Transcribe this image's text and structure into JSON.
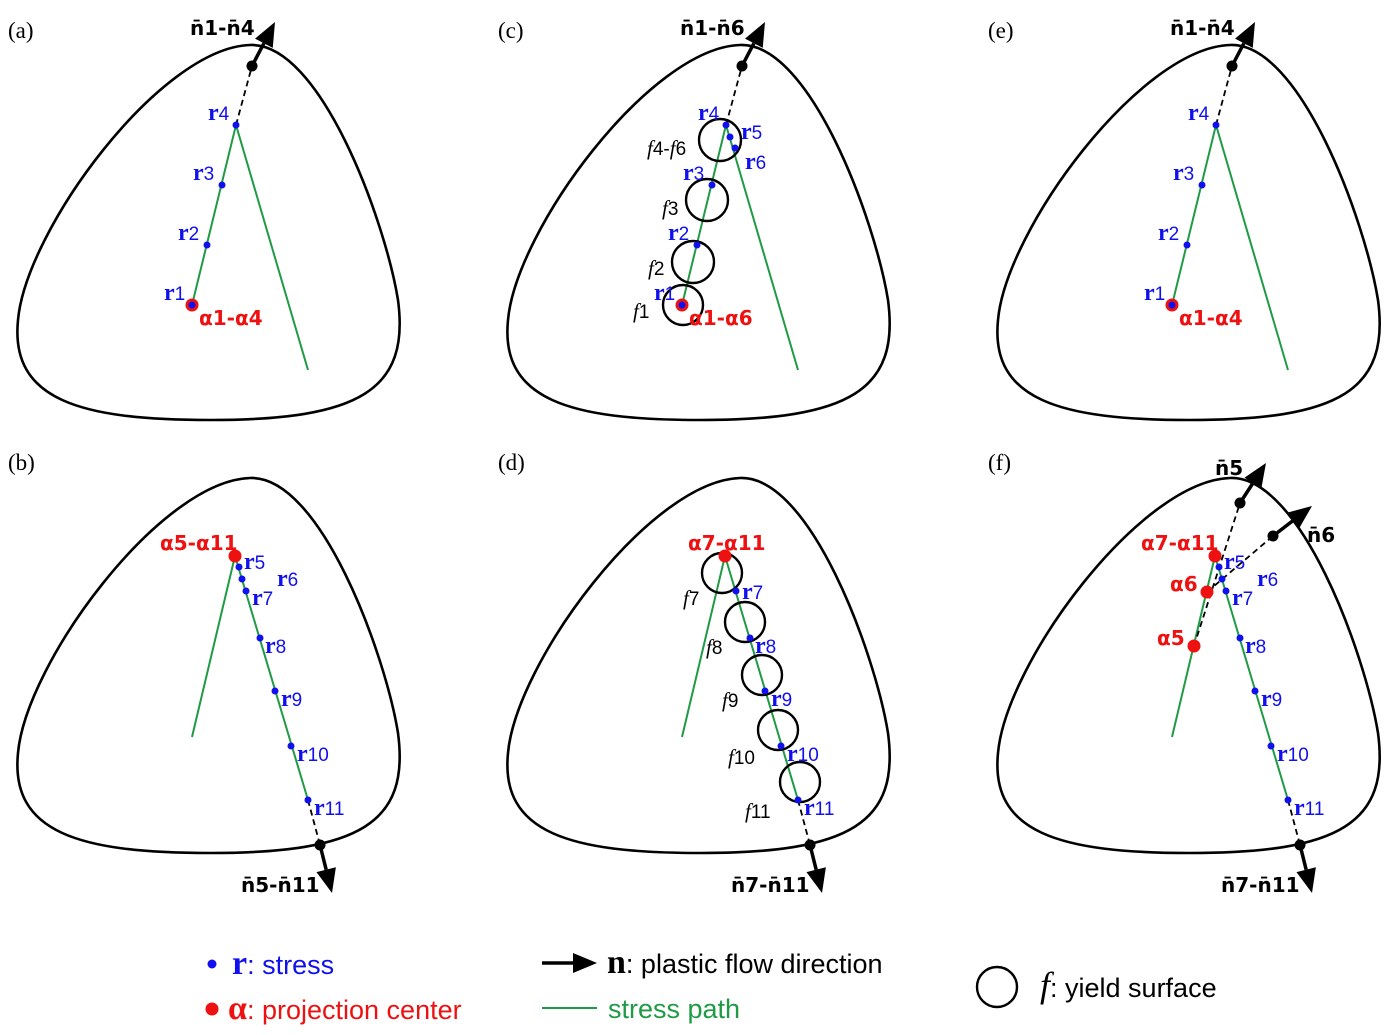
{
  "colors": {
    "stress": "#1010ee",
    "center": "#ee1111",
    "path": "#1f9a45",
    "ink": "#000000"
  },
  "panels": [
    {
      "id": "(a)",
      "normal": [
        "n̄1-n̄4"
      ],
      "stress": [
        "r1",
        "r2",
        "r3",
        "r4"
      ],
      "centers": [
        "α1-α4"
      ],
      "yield": []
    },
    {
      "id": "(c)",
      "normal": [
        "n̄1-n̄6"
      ],
      "stress": [
        "r1",
        "r2",
        "r3",
        "r4",
        "r5",
        "r6"
      ],
      "centers": [
        "α1-α6"
      ],
      "yield": [
        "f1",
        "f2",
        "f3",
        "f4-f6"
      ]
    },
    {
      "id": "(e)",
      "normal": [
        "n̄1-n̄4"
      ],
      "stress": [
        "r1",
        "r2",
        "r3",
        "r4"
      ],
      "centers": [
        "α1-α4"
      ],
      "yield": []
    },
    {
      "id": "(b)",
      "normal": [
        "n̄5-n̄11"
      ],
      "stress": [
        "r5",
        "r6",
        "r7",
        "r8",
        "r9",
        "r10",
        "r11"
      ],
      "centers": [
        "α5-α11"
      ],
      "yield": []
    },
    {
      "id": "(d)",
      "normal": [
        "n̄7-n̄11"
      ],
      "stress": [
        "r7",
        "r8",
        "r9",
        "r10",
        "r11"
      ],
      "centers": [
        "α7-α11"
      ],
      "yield": [
        "f7",
        "f8",
        "f9",
        "f10",
        "f11"
      ]
    },
    {
      "id": "(f)",
      "normal": [
        "n̄5",
        "n̄6",
        "n̄7-n̄11"
      ],
      "stress": [
        "r5",
        "r6",
        "r7",
        "r8",
        "r9",
        "r10",
        "r11"
      ],
      "centers": [
        "α7-α11",
        "α6",
        "α5"
      ],
      "yield": []
    }
  ],
  "legend": {
    "stress_symbol": "r",
    "stress_label": ": stress",
    "center_symbol": "α",
    "center_label": ": projection center",
    "flow_symbol": "n",
    "flow_label": ": plastic flow direction",
    "path_label": "stress path",
    "yield_symbol": "f",
    "yield_label": ": yield surface"
  }
}
